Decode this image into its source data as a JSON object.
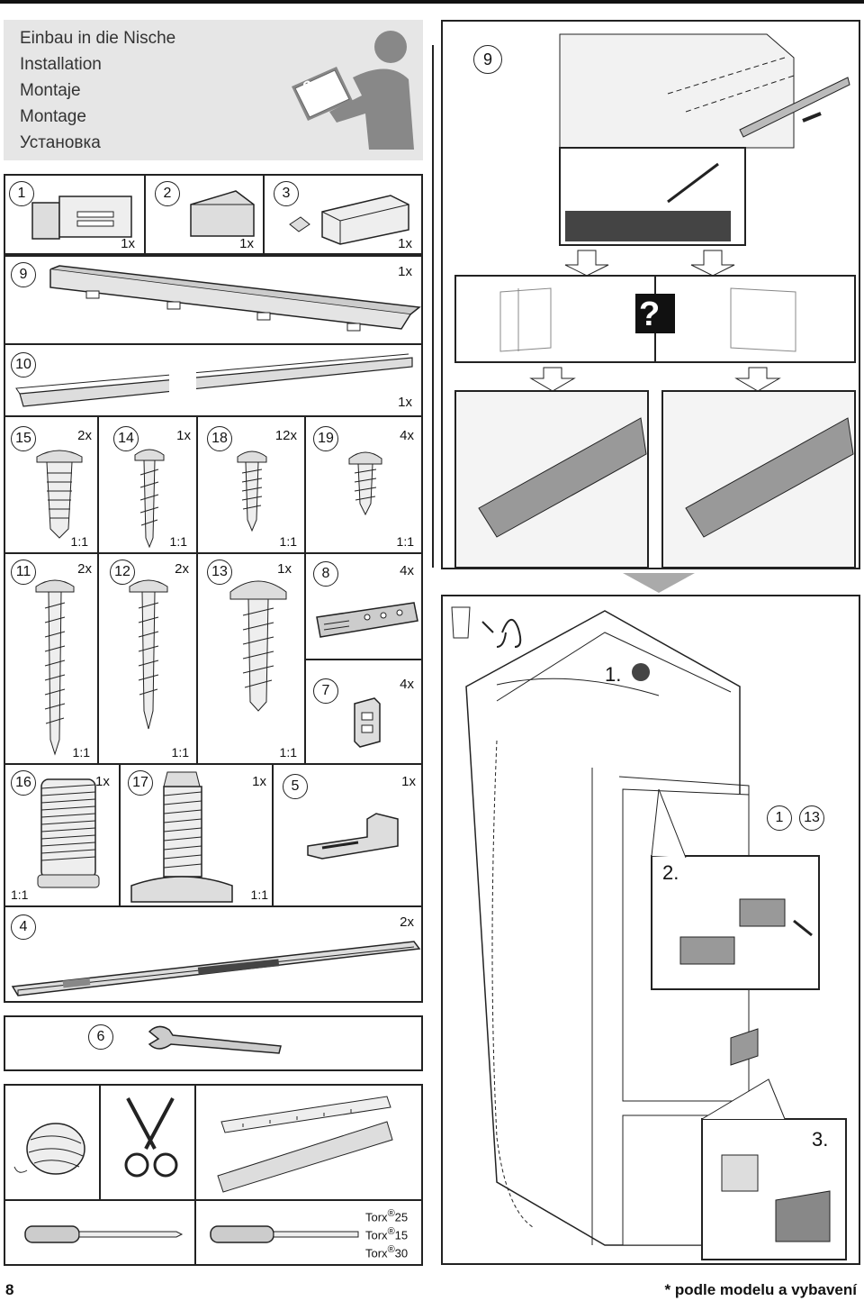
{
  "header": {
    "titles": [
      "Einbau in die Nische",
      "Installation",
      "Montaje",
      "Montage",
      "Установка"
    ],
    "book_number": "8"
  },
  "parts": {
    "p1": {
      "num": "1",
      "qty": "1x"
    },
    "p2": {
      "num": "2",
      "qty": "1x"
    },
    "p3": {
      "num": "3",
      "qty": "1x"
    },
    "p9": {
      "num": "9",
      "qty": "1x"
    },
    "p10": {
      "num": "10",
      "qty": "1x"
    },
    "p15": {
      "num": "15",
      "qty": "2x",
      "scale": "1:1"
    },
    "p14": {
      "num": "14",
      "qty": "1x",
      "scale": "1:1"
    },
    "p18": {
      "num": "18",
      "qty": "12x",
      "scale": "1:1"
    },
    "p19": {
      "num": "19",
      "qty": "4x",
      "scale": "1:1"
    },
    "p11": {
      "num": "11",
      "qty": "2x",
      "scale": "1:1"
    },
    "p12": {
      "num": "12",
      "qty": "2x",
      "scale": "1:1"
    },
    "p13": {
      "num": "13",
      "qty": "1x",
      "scale": "1:1"
    },
    "p8": {
      "num": "8",
      "qty": "4x"
    },
    "p7": {
      "num": "7",
      "qty": "4x"
    },
    "p16": {
      "num": "16",
      "qty": "1x",
      "scale": "1:1"
    },
    "p17": {
      "num": "17",
      "qty": "1x",
      "scale": "1:1"
    },
    "p5": {
      "num": "5",
      "qty": "1x"
    },
    "p4": {
      "num": "4",
      "qty": "2x"
    },
    "p6": {
      "num": "6"
    }
  },
  "tools": {
    "torx": [
      {
        "label": "Torx",
        "reg": "®",
        "size": "25"
      },
      {
        "label": "Torx",
        "reg": "®",
        "size": "15"
      },
      {
        "label": "Torx",
        "reg": "®",
        "size": "30"
      }
    ]
  },
  "right_panel": {
    "step9": "9",
    "question": "?",
    "step1_label": "1.",
    "step2_label": "2.",
    "step3_label": "3.",
    "callout_a": "1",
    "callout_b": "13"
  },
  "footer": {
    "page_number": "8",
    "note": "* podle modelu a vybavení"
  }
}
